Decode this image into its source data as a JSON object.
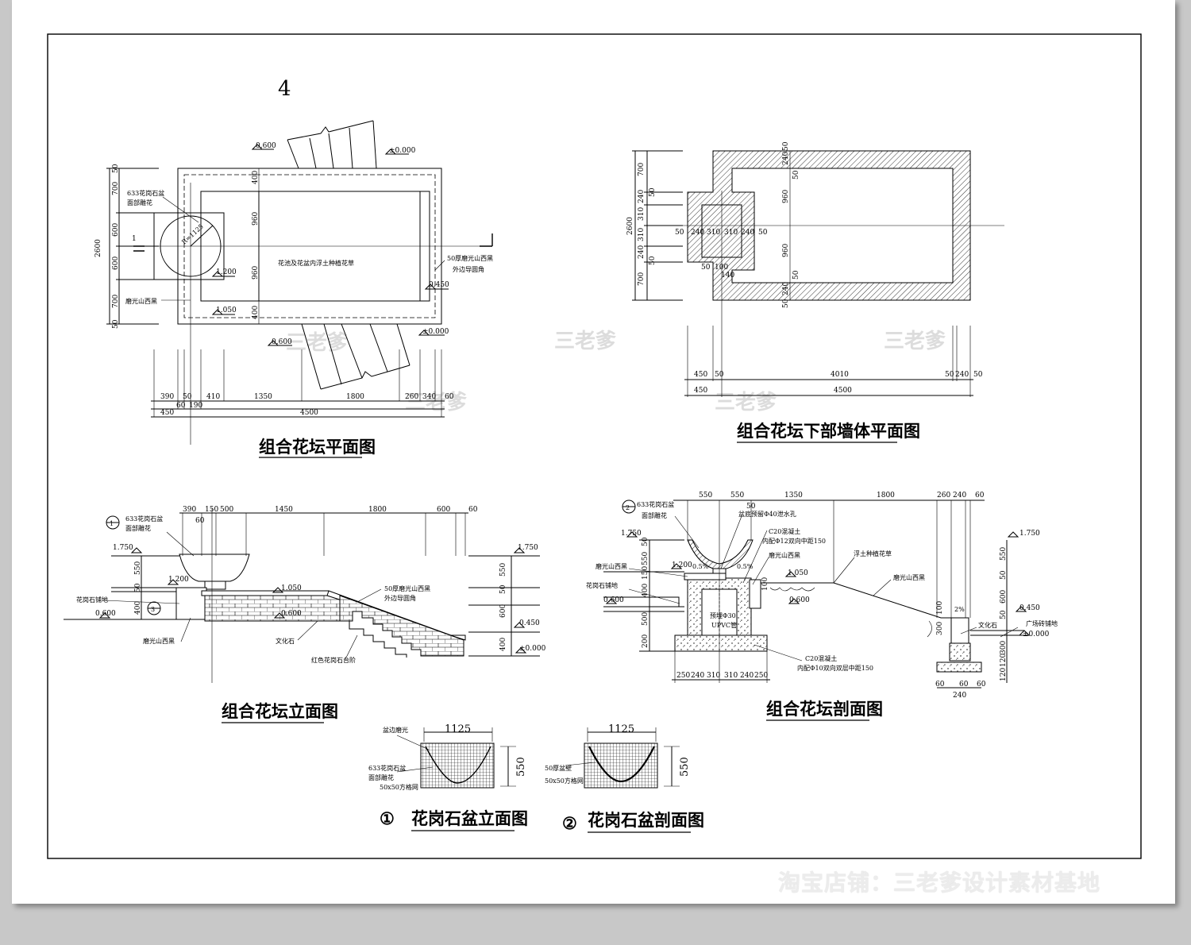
{
  "sheet_number": "4",
  "titles": {
    "plan": "组合花坛平面图",
    "wall_plan": "组合花坛下部墙体平面图",
    "elevation": "组合花坛立面图",
    "section": "组合花坛剖面图",
    "pot_elevation": "花岗石盆立面图",
    "pot_section": "花岗石盆剖面图",
    "pot_elevation_num": "①",
    "pot_section_num": "②"
  },
  "plan": {
    "label_pot": "633花岗石盆",
    "label_pot2": "面部雕花",
    "label_radius": "R=1125",
    "label_bed": "花池及花盆内浮土种植花草",
    "label_cap": "50厚磨光山西黑",
    "label_cap2": "外边导圆角",
    "label_stone": "磨光山西黑",
    "section_mark": "1",
    "levels": [
      "0.600",
      "±0.000",
      "1.200",
      "1.050",
      "0.450",
      "0.600",
      "±0.000"
    ],
    "dims_left": [
      "700",
      "600",
      "600",
      "700",
      "2600",
      "50",
      "50"
    ],
    "dims_inner": [
      "400",
      "960",
      "960",
      "400"
    ],
    "dims_bottom1": [
      "390",
      "50",
      "410",
      "1350",
      "1800",
      "260",
      "340",
      "60"
    ],
    "dims_bottom2": [
      "450",
      "60",
      "190",
      "4500"
    ]
  },
  "wall_plan": {
    "dims_left": [
      "700",
      "240",
      "310",
      "310",
      "240",
      "700",
      "2600",
      "50",
      "50"
    ],
    "dims_right": [
      "50",
      "240",
      "50",
      "960",
      "960",
      "50",
      "240",
      "50"
    ],
    "dims_middle": [
      "50",
      "240",
      "310",
      "310",
      "240",
      "50"
    ],
    "dims_small": [
      "50",
      "100",
      "140"
    ],
    "dims_bottom1": [
      "450",
      "50",
      "4010",
      "50",
      "240",
      "50"
    ],
    "dims_bottom2": [
      "450",
      "4500"
    ]
  },
  "elevation": {
    "callout": "1",
    "callout2": "3",
    "label_pot": "633花岗石盆",
    "label_pot2": "面部雕花",
    "label_ground": "花岗石铺地",
    "label_stone": "磨光山西黑",
    "label_cap": "50厚磨光山西黑",
    "label_cap2": "外边导圆角",
    "label_culture": "文化石",
    "label_steps": "红色花岗石台阶",
    "levels": [
      "1.750",
      "1.200",
      "0.600",
      "1.050",
      "0.600",
      "1.750",
      "0.450",
      "±0.000"
    ],
    "dims_top": [
      "390",
      "150",
      "500",
      "1450",
      "1800",
      "600",
      "60",
      "60"
    ],
    "dims_left": [
      "550",
      "50",
      "400"
    ],
    "dims_right": [
      "550",
      "50",
      "600",
      "400"
    ]
  },
  "section": {
    "callout": "2",
    "label_pot": "633花岗石盆",
    "label_pot2": "面部雕花",
    "label_drain": "盆底预留Φ40泄水孔",
    "label_c20": "C20混凝土",
    "label_rebar": "内配Φ12双向中距150",
    "label_stone": "磨光山西黑",
    "label_stone2": "磨光山西黑",
    "label_ground": "花岗石铺地",
    "label_soil": "浮土种植花草",
    "label_stone3": "磨光山西黑",
    "label_pipe": "预埋Φ30",
    "label_pipe2": "UPVC管",
    "label_c20b": "C20混凝土",
    "label_rebar2": "内配Φ10双向双层中距150",
    "label_culture": "文化石",
    "label_plaza": "广场砖铺地",
    "slope": "0.5%",
    "slope2": "0.5%",
    "slope3": "2%",
    "levels": [
      "1.750",
      "1.200",
      "0.600",
      "1.050",
      "0.600",
      "1.750",
      "0.450",
      "±0.000"
    ],
    "dims_top": [
      "550",
      "550",
      "50",
      "1350",
      "1800",
      "260",
      "240",
      "60"
    ],
    "dims_left": [
      "50",
      "550",
      "150",
      "400",
      "500",
      "200"
    ],
    "dims_bottom": [
      "250",
      "240",
      "310",
      "310",
      "240",
      "250"
    ],
    "dims_right": [
      "550",
      "50",
      "600",
      "50",
      "300",
      "120",
      "120"
    ],
    "dims_misc": [
      "100",
      "300",
      "60",
      "60",
      "60",
      "240",
      "100"
    ]
  },
  "pot_elevation": {
    "width": "1125",
    "height": "550",
    "label_rim": "盆边磨光",
    "label_pot": "633花岗石盆",
    "label_pot2": "面部雕花",
    "label_mesh": "50x50方格网"
  },
  "pot_section": {
    "width": "1125",
    "height": "550",
    "label_wall": "50厚盆壁",
    "label_mesh": "50x50方格网"
  },
  "watermark": "三老爹",
  "shop_text": "淘宝店铺：三老爹设计素材基地"
}
